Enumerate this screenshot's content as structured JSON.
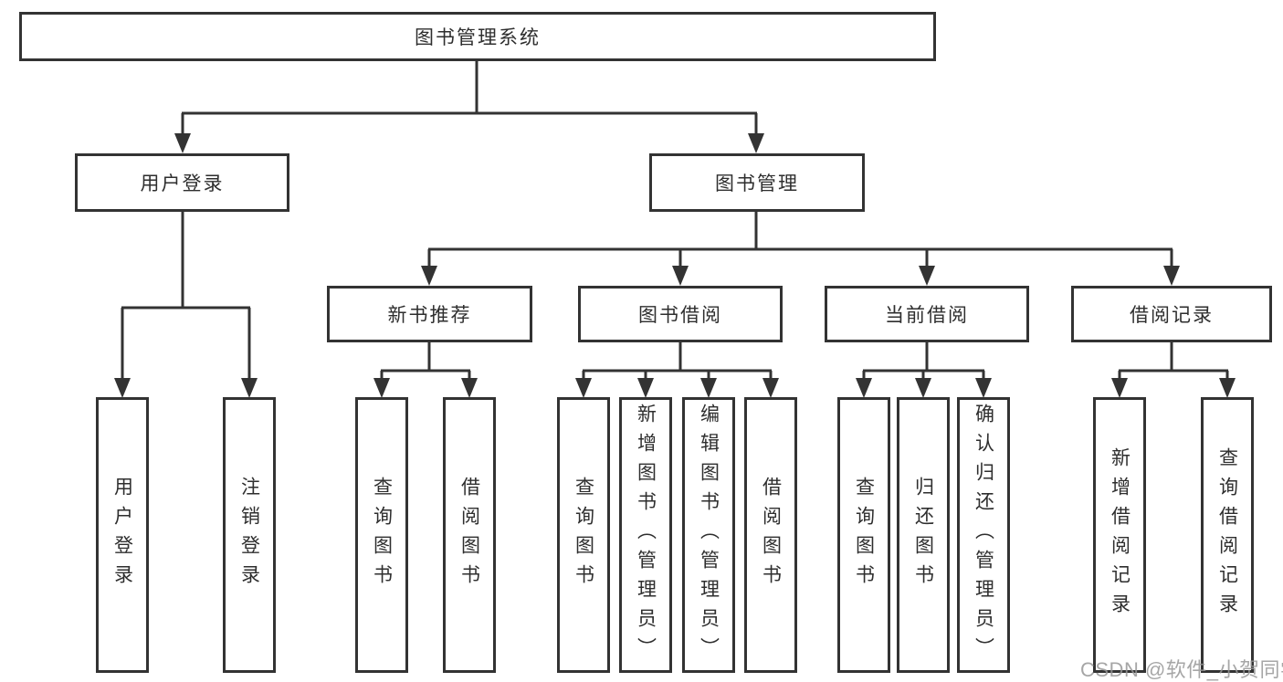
{
  "watermark": {
    "text": "CSDN @软件_小贺同学"
  },
  "colors": {
    "line": "#333333",
    "text": "#2e2e2e",
    "watermark": "#969696",
    "background": "#ffffff"
  },
  "tree": {
    "root": {
      "label": "图书管理系统",
      "children": [
        {
          "label": "用户登录",
          "children": [
            {
              "label": "用户登录"
            },
            {
              "label": "注销登录"
            }
          ]
        },
        {
          "label": "图书管理",
          "children": [
            {
              "label": "新书推荐",
              "children": [
                {
                  "label": "查询图书"
                },
                {
                  "label": "借阅图书"
                }
              ]
            },
            {
              "label": "图书借阅",
              "children": [
                {
                  "label": "查询图书"
                },
                {
                  "label": "新增图书（管理员）"
                },
                {
                  "label": "编辑图书（管理员）"
                },
                {
                  "label": "借阅图书"
                }
              ]
            },
            {
              "label": "当前借阅",
              "children": [
                {
                  "label": "查询图书"
                },
                {
                  "label": "归还图书"
                },
                {
                  "label": "确认归还（管理员）"
                }
              ]
            },
            {
              "label": "借阅记录",
              "children": [
                {
                  "label": "新增借阅记录"
                },
                {
                  "label": "查询借阅记录"
                }
              ]
            }
          ]
        }
      ]
    }
  }
}
